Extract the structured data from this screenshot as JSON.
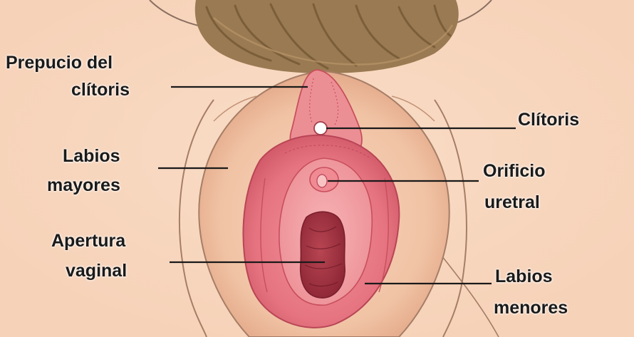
{
  "labels": {
    "prepuce_line1": "Prepucio del",
    "prepuce_line2": "clítoris",
    "clitoris": "Clítoris",
    "majora_line1": "Labios",
    "majora_line2": "mayores",
    "urethral_line1": "Orificio",
    "urethral_line2": "uretral",
    "vaginal_line1": "Apertura",
    "vaginal_line2": "vaginal",
    "minora_line1": "Labios",
    "minora_line2": "menores"
  },
  "colors": {
    "skin": "#f8d9c2",
    "skin_shade": "#eab899",
    "labia_majora_outline": "#a67d66",
    "labia_minora": "#e97f86",
    "labia_minora_dark": "#c84f5d",
    "inner_tissue": "#f3a2a5",
    "vaginal_opening": "#9c2f3b",
    "hair": "#8a6a44",
    "leader_line": "#1a1a1a"
  }
}
